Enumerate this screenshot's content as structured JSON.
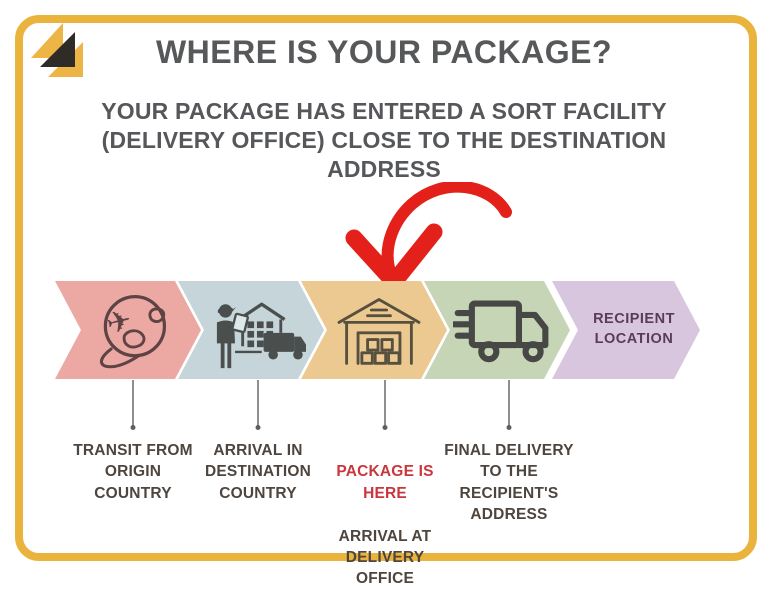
{
  "header": {
    "title": "WHERE IS YOUR PACKAGE?",
    "subtitle": "YOUR PACKAGE HAS ENTERED A SORT FACILITY\n(DELIVERY OFFICE) CLOSE TO THE DESTINATION\nADDRESS"
  },
  "colors": {
    "card_border": "#EAB43C",
    "arrow_red": "#E32019",
    "highlight_red": "#C9363C",
    "title_gray": "#57585A",
    "caption_gray": "#4D453E",
    "recipient_text_purple": "#5A3C55",
    "step_colors": [
      "#ECA9A4",
      "#C6D5DA",
      "#EDC992",
      "#C5D5B5",
      "#D8C6DE"
    ]
  },
  "flow": {
    "steps": [
      {
        "icon": "globe-airplane-icon",
        "color": "#ECA9A4",
        "caption": "TRANSIT FROM\nORIGIN\nCOUNTRY"
      },
      {
        "icon": "arrival-inspection-icon",
        "color": "#C6D5DA",
        "caption": "ARRIVAL IN\nDESTINATION\nCOUNTRY"
      },
      {
        "icon": "warehouse-icon",
        "color": "#EDC992",
        "highlight": "PACKAGE IS\nHERE",
        "caption": "ARRIVAL AT\nDELIVERY\nOFFICE"
      },
      {
        "icon": "delivery-truck-icon",
        "color": "#C5D5B5",
        "caption": "FINAL DELIVERY\nTO THE\nRECIPIENT'S\nADDRESS"
      },
      {
        "color": "#D8C6DE",
        "label": "RECIPIENT\nLOCATION"
      }
    ]
  }
}
